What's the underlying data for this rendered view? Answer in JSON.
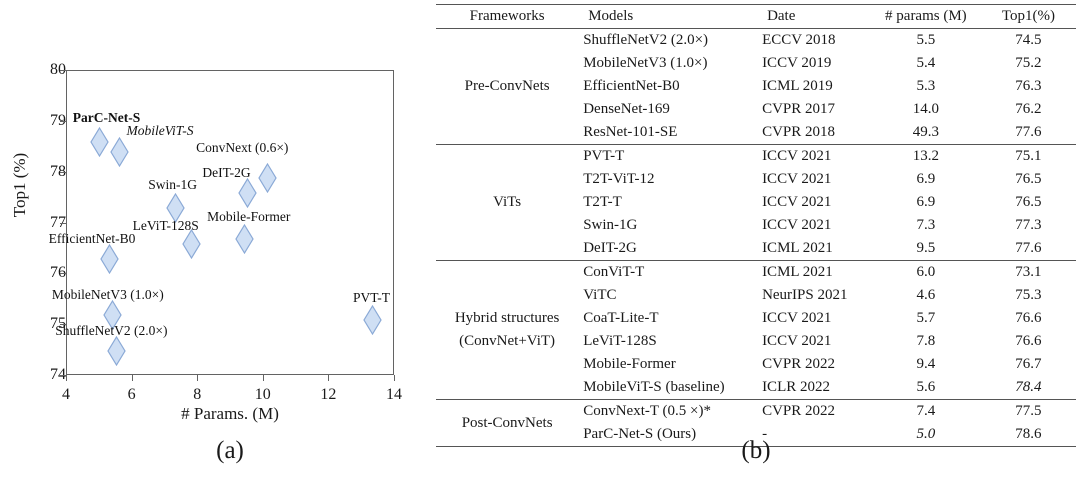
{
  "chart_data": {
    "type": "scatter",
    "title": "",
    "xlabel": "# Params. (M)",
    "ylabel": "Top1 (%)",
    "xlim": [
      4,
      14
    ],
    "ylim": [
      74,
      80
    ],
    "xticks": [
      "4",
      "6",
      "8",
      "10",
      "12",
      "14"
    ],
    "yticks": [
      "74",
      "75",
      "76",
      "77",
      "78",
      "79",
      "80"
    ],
    "grid": false,
    "legend": "none",
    "marker": "diamond",
    "marker_fill": "#cfdff4",
    "marker_stroke": "#8aa9d6",
    "caption": "(a)",
    "points": [
      {
        "label": "ParC-Net-S",
        "x": 5.0,
        "y": 78.6,
        "style": "bold",
        "label_dx": -26,
        "label_dy": -30
      },
      {
        "label": "MobileViT-S",
        "x": 5.6,
        "y": 78.4,
        "style": "italic",
        "label_dx": 8,
        "label_dy": -27
      },
      {
        "label": "ConvNext (0.6×)",
        "x": 10.1,
        "y": 77.9,
        "style": "normal",
        "label_dx": -70,
        "label_dy": -36
      },
      {
        "label": "DeIT-2G",
        "x": 9.5,
        "y": 77.6,
        "style": "normal",
        "label_dx": -44,
        "label_dy": -26
      },
      {
        "label": "Swin-1G",
        "x": 7.3,
        "y": 77.3,
        "style": "normal",
        "label_dx": -26,
        "label_dy": -29
      },
      {
        "label": "Mobile-Former",
        "x": 9.4,
        "y": 76.7,
        "style": "normal",
        "label_dx": -36,
        "label_dy": -28
      },
      {
        "label": "LeViT-128S",
        "x": 7.8,
        "y": 76.6,
        "style": "normal",
        "label_dx": -58,
        "label_dy": -24
      },
      {
        "label": "EfficientNet-B0",
        "x": 5.3,
        "y": 76.3,
        "style": "normal",
        "label_dx": -60,
        "label_dy": -26
      },
      {
        "label": "MobileNetV3 (1.0×)",
        "x": 5.4,
        "y": 75.2,
        "style": "normal",
        "label_dx": -60,
        "label_dy": -26
      },
      {
        "label": "ShuffleNetV2 (2.0×)",
        "x": 5.5,
        "y": 74.5,
        "style": "normal",
        "label_dx": -60,
        "label_dy": -26
      },
      {
        "label": "PVT-T",
        "x": 13.3,
        "y": 75.1,
        "style": "normal",
        "label_dx": -18,
        "label_dy": -28
      }
    ]
  },
  "table": {
    "caption": "(b)",
    "headers": [
      "Frameworks",
      "Models",
      "Date",
      "# params (M)",
      "Top1(%)"
    ],
    "sections": [
      {
        "framework": "Pre-ConvNets",
        "rows": [
          {
            "model": "ShuffleNetV2 (2.0×)",
            "date": "ECCV 2018",
            "params": "5.5",
            "top1": "74.5"
          },
          {
            "model": "MobileNetV3 (1.0×)",
            "date": "ICCV 2019",
            "params": "5.4",
            "top1": "75.2"
          },
          {
            "model": "EfficientNet-B0",
            "date": "ICML 2019",
            "params": "5.3",
            "top1": "76.3"
          },
          {
            "model": "DenseNet-169",
            "date": "CVPR 2017",
            "params": "14.0",
            "top1": "76.2"
          },
          {
            "model": "ResNet-101-SE",
            "date": "CVPR 2018",
            "params": "49.3",
            "top1": "77.6"
          }
        ]
      },
      {
        "framework": "ViTs",
        "rows": [
          {
            "model": "PVT-T",
            "date": "ICCV 2021",
            "params": "13.2",
            "top1": "75.1"
          },
          {
            "model": "T2T-ViT-12",
            "date": "ICCV 2021",
            "params": "6.9",
            "top1": "76.5"
          },
          {
            "model": "T2T-T",
            "date": "ICCV 2021",
            "params": "6.9",
            "top1": "76.5"
          },
          {
            "model": "Swin-1G",
            "date": "ICCV 2021",
            "params": "7.3",
            "top1": "77.3"
          },
          {
            "model": "DeIT-2G",
            "date": "ICML 2021",
            "params": "9.5",
            "top1": "77.6"
          }
        ]
      },
      {
        "framework": "Hybrid structures (ConvNet+ViT)",
        "framework_line1": "Hybrid structures",
        "framework_line2": "(ConvNet+ViT)",
        "rows": [
          {
            "model": "ConViT-T",
            "date": "ICML 2021",
            "params": "6.0",
            "top1": "73.1"
          },
          {
            "model": "ViTC",
            "date": "NeurIPS 2021",
            "params": "4.6",
            "top1": "75.3",
            "params_style": "bold"
          },
          {
            "model": "CoaT-Lite-T",
            "date": "ICCV 2021",
            "params": "5.7",
            "top1": "76.6"
          },
          {
            "model": "LeViT-128S",
            "date": "ICCV 2021",
            "params": "7.8",
            "top1": "76.6"
          },
          {
            "model": "Mobile-Former",
            "date": "CVPR 2022",
            "params": "9.4",
            "top1": "76.7"
          },
          {
            "model": "MobileViT-S (baseline)",
            "date": "ICLR 2022",
            "params": "5.6",
            "top1": "78.4",
            "top1_style": "italic"
          }
        ]
      },
      {
        "framework": "Post-ConvNets",
        "rows": [
          {
            "model": "ConvNext-T (0.5 ×)*",
            "date": "CVPR 2022",
            "params": "7.4",
            "top1": "77.5"
          },
          {
            "model": "ParC-Net-S  (Ours)",
            "date": "-",
            "params": "5.0",
            "top1": "78.6",
            "params_style": "italic",
            "top1_style": "bold"
          }
        ]
      }
    ]
  }
}
